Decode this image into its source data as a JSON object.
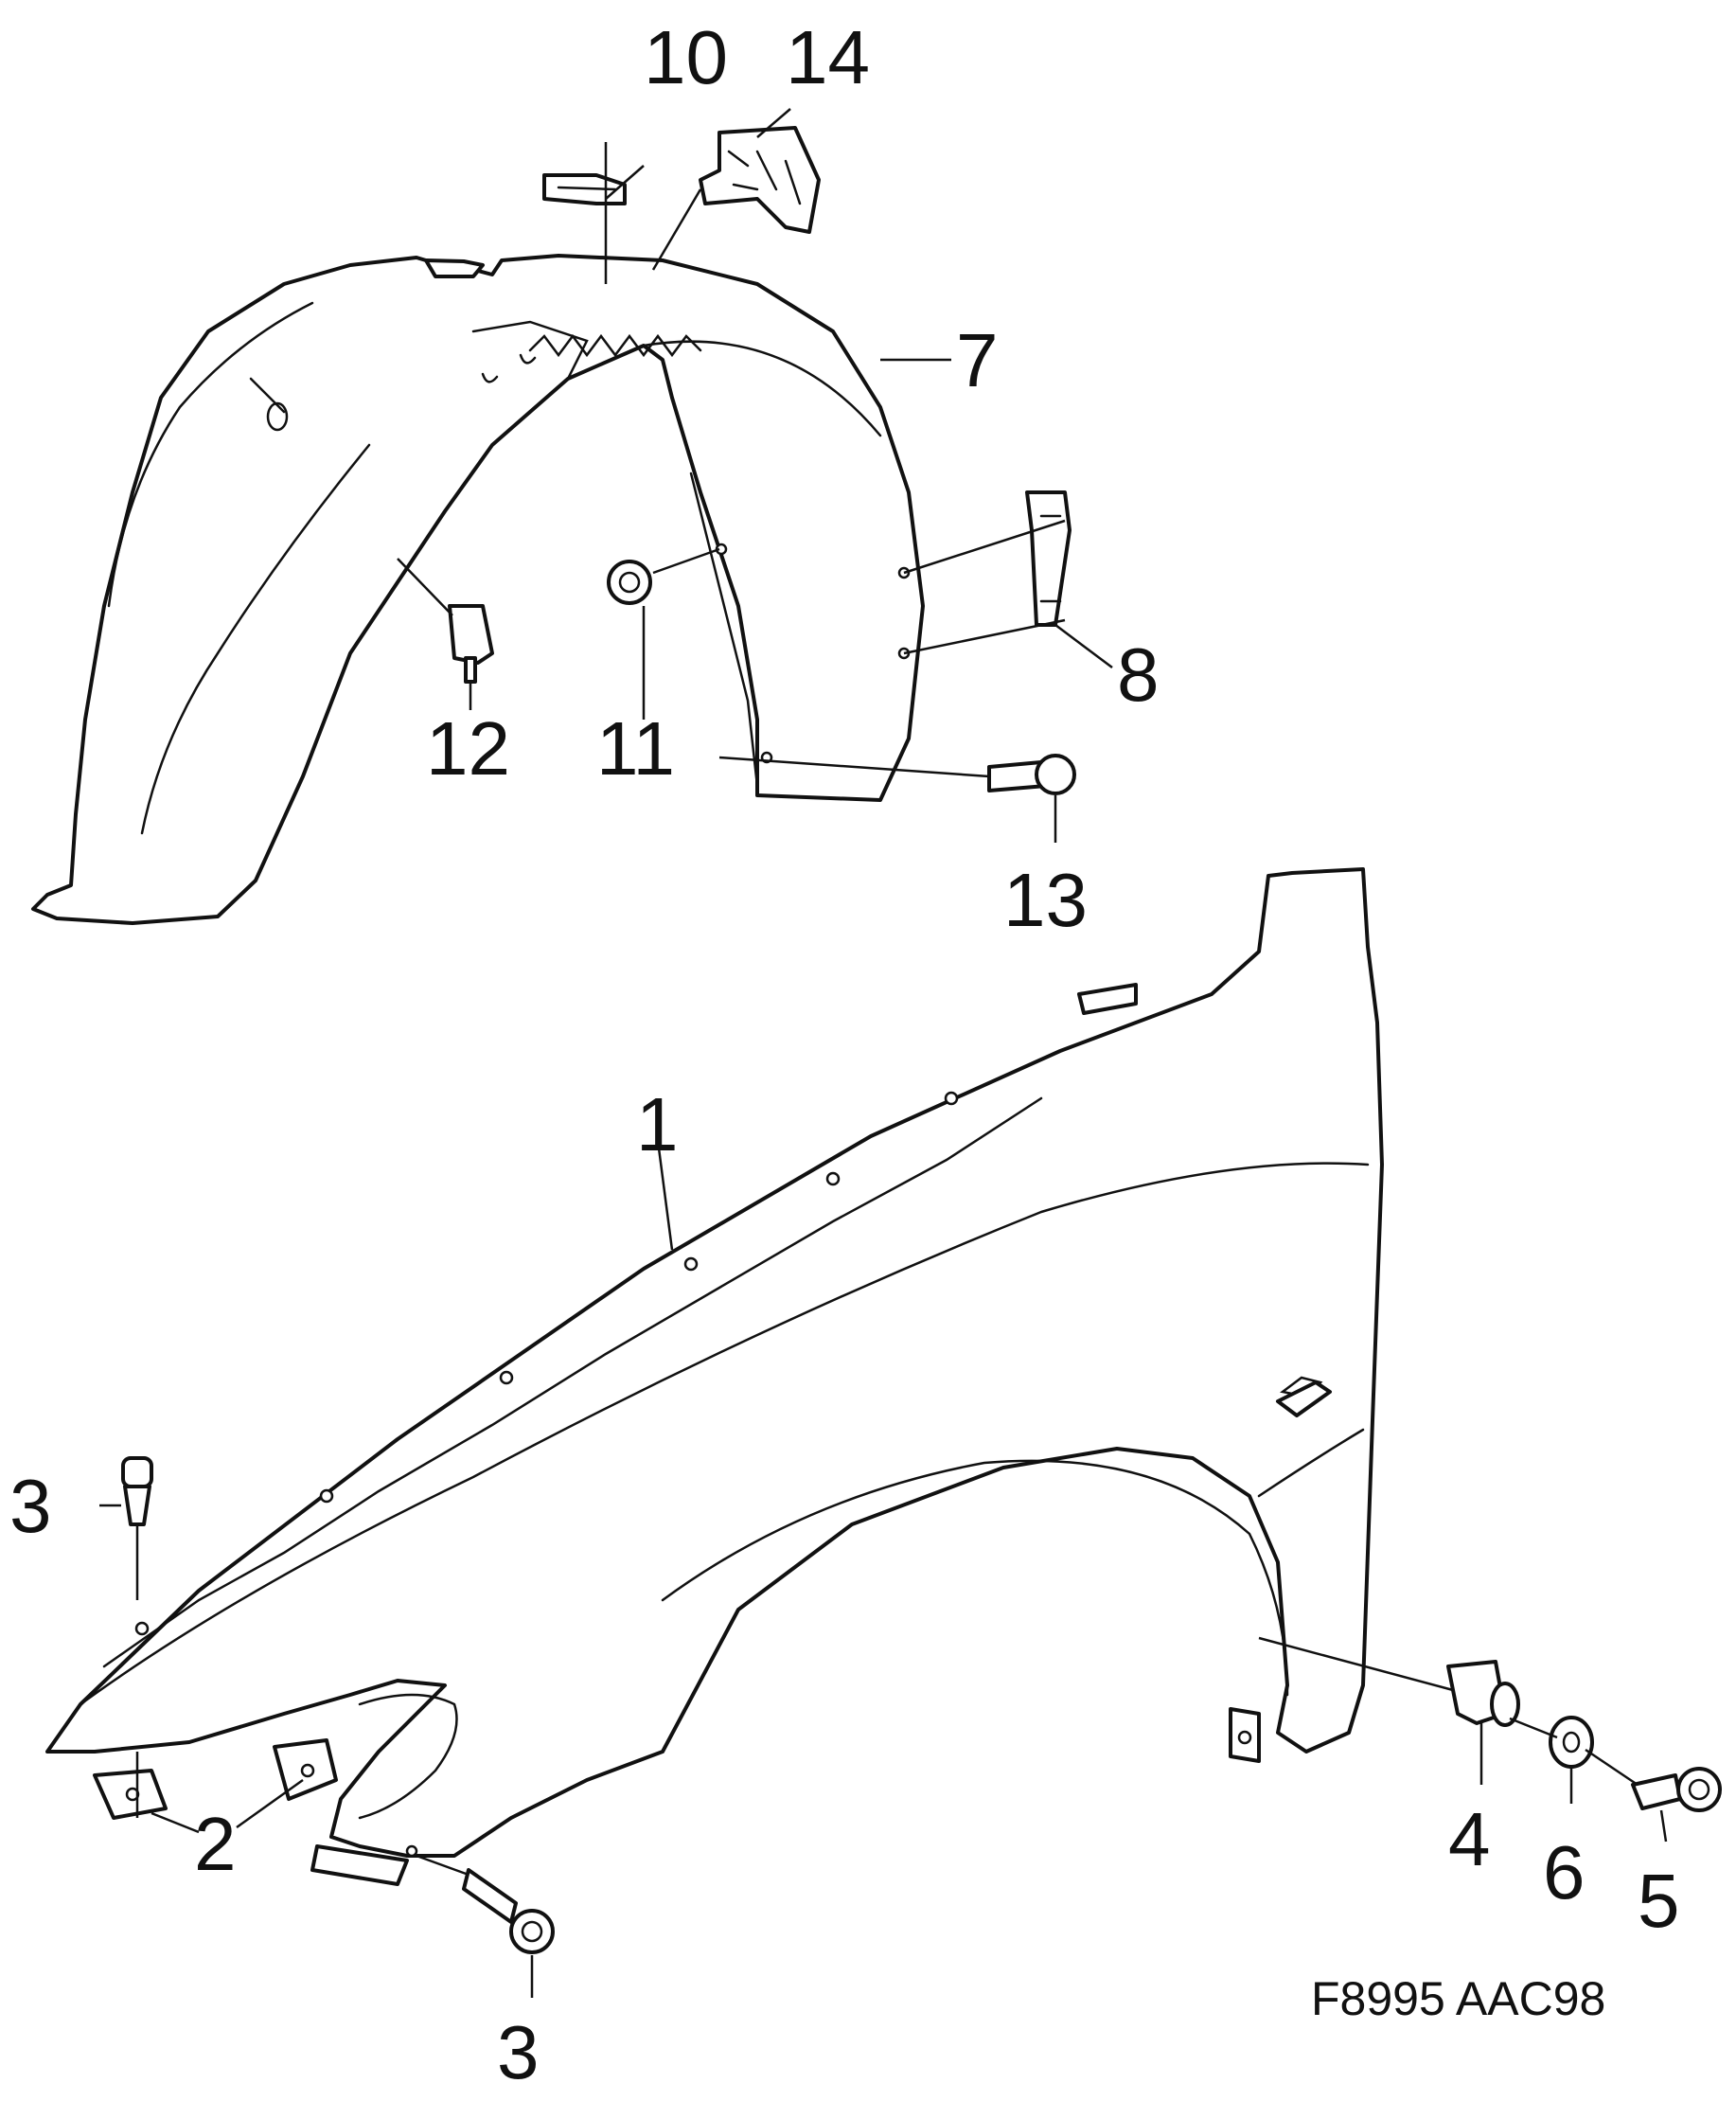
{
  "figure_code": "F8995 AAC98",
  "callouts": [
    {
      "id": "1",
      "label": "1"
    },
    {
      "id": "2",
      "label": "2"
    },
    {
      "id": "3a",
      "label": "3"
    },
    {
      "id": "3b",
      "label": "3"
    },
    {
      "id": "4",
      "label": "4"
    },
    {
      "id": "5",
      "label": "5"
    },
    {
      "id": "6",
      "label": "6"
    },
    {
      "id": "7",
      "label": "7"
    },
    {
      "id": "8",
      "label": "8"
    },
    {
      "id": "10",
      "label": "10"
    },
    {
      "id": "11",
      "label": "11"
    },
    {
      "id": "12",
      "label": "12"
    },
    {
      "id": "13",
      "label": "13"
    },
    {
      "id": "14",
      "label": "14"
    }
  ],
  "colors": {
    "ink": "#111111",
    "paper": "#ffffff"
  }
}
